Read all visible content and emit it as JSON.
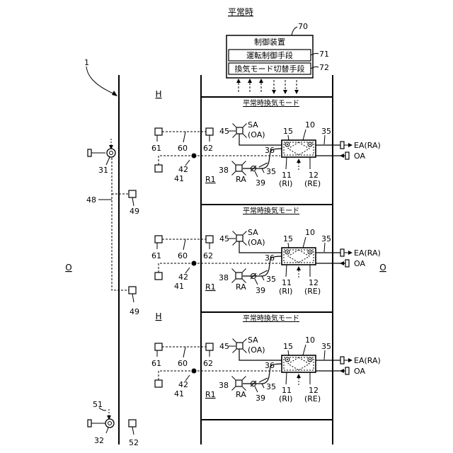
{
  "title": "平常時",
  "controller": {
    "ref": "70",
    "label": "制御装置",
    "unit_1": {
      "label": "運転制御手段",
      "ref": "71"
    },
    "unit_2": {
      "label": "換気モード切替手段",
      "ref": "72"
    }
  },
  "building_ref": "1",
  "outside_label": "O",
  "house_label": "H",
  "room_label": "R1",
  "floor_mode_label": "平常時換気モード",
  "shared": {
    "fan_top_ref": "31",
    "fan_bottom_ref": "32",
    "arrow_ref_51": "51",
    "sensor_ref_52": "52",
    "duct_ref_48": "48",
    "sensor_ref_49": "49"
  },
  "unit_refs": {
    "r61": "61",
    "r60": "60",
    "r62": "62",
    "r42": "42",
    "r41": "41",
    "r45": "45",
    "r38": "38",
    "r39": "39",
    "r36": "36",
    "r35": "35",
    "r15": "15",
    "r10": "10",
    "r11": "11",
    "r12": "12"
  },
  "unit_texts": {
    "sa": "SA",
    "sa_oa": "(OA)",
    "ra": "RA",
    "ri": "(RI)",
    "re": "(RE)",
    "ea": "EA(RA)",
    "oa": "OA"
  }
}
